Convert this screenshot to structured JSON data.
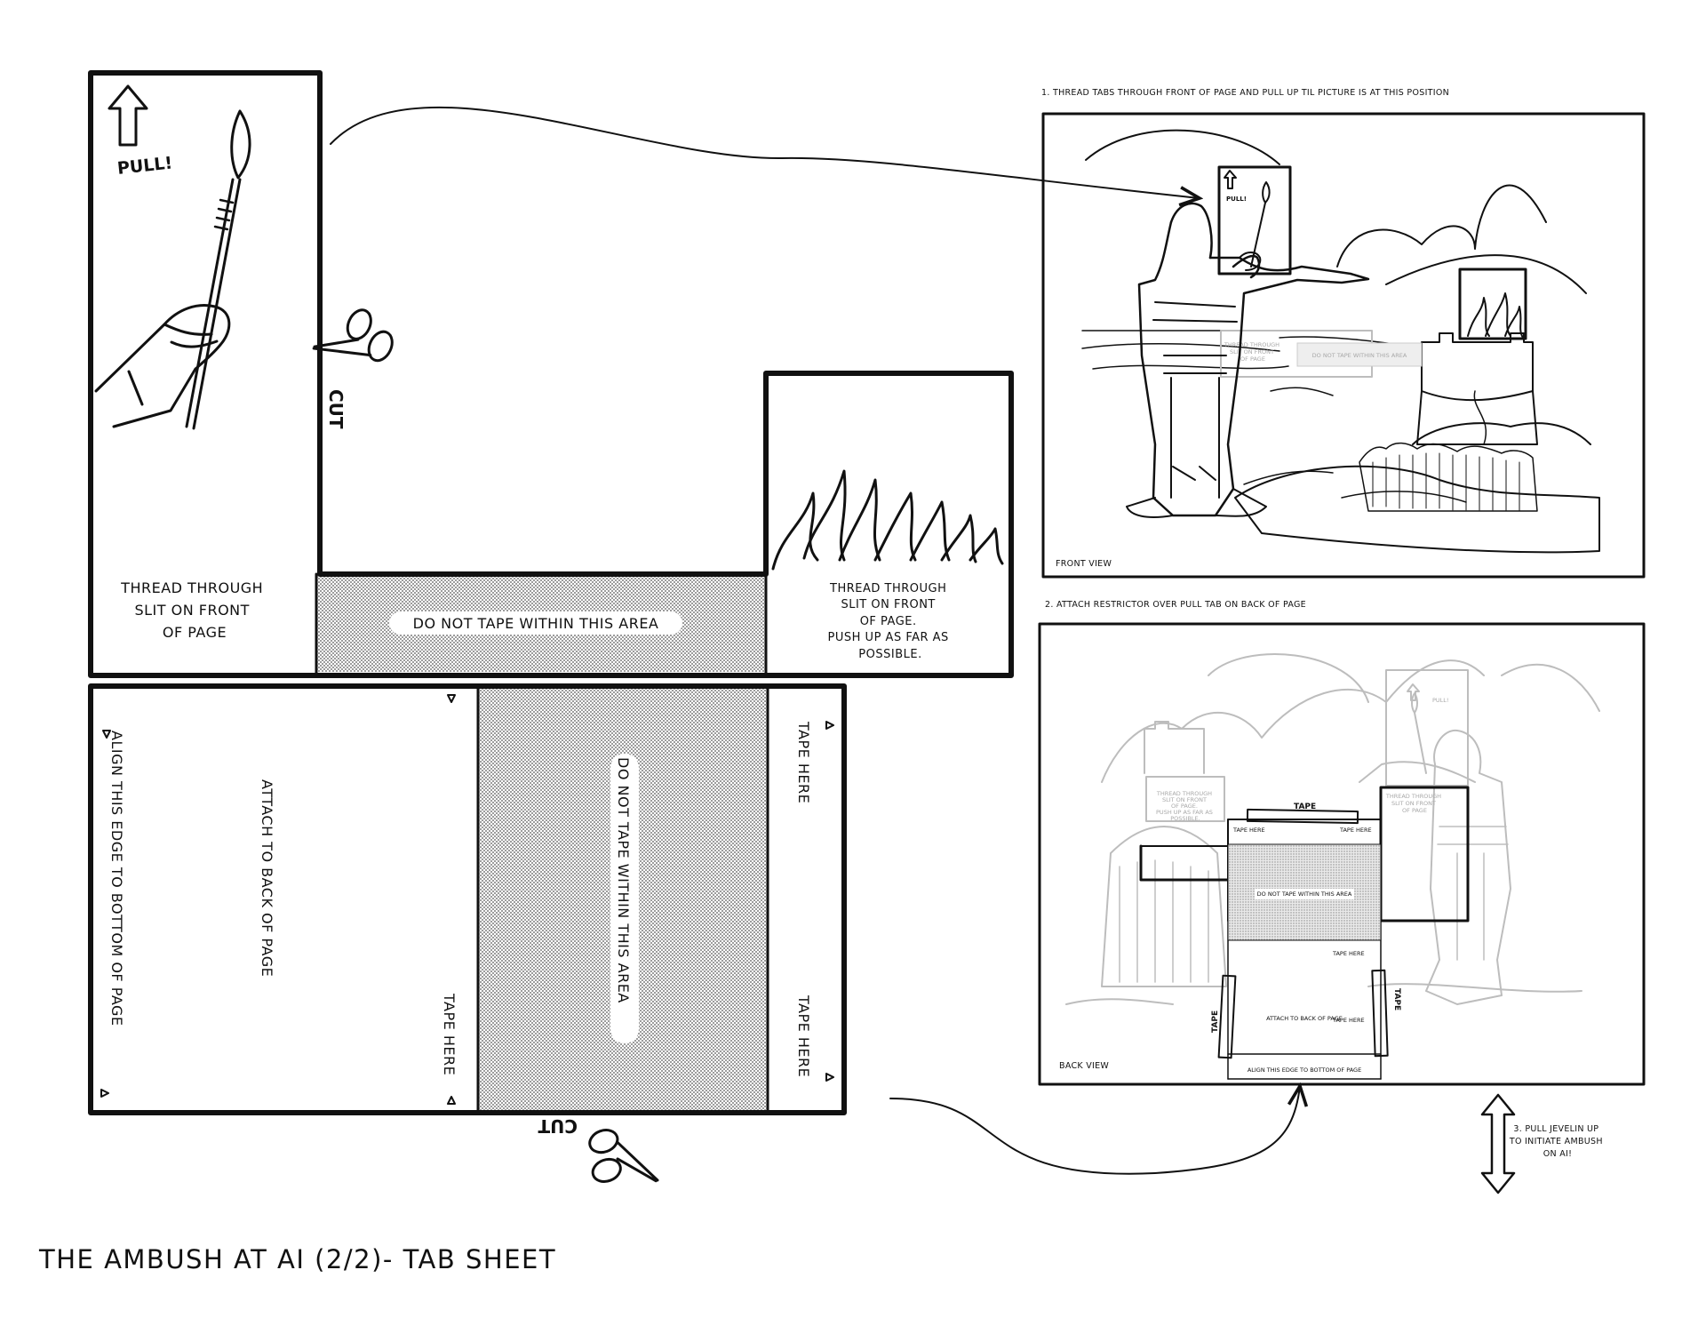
{
  "page_title": "THE AMBUSH AT AI (2/2)- TAB SHEET",
  "tab_sheet": {
    "pull_label": "PULL!",
    "cut_label": "CUT",
    "thread_left": [
      "THREAD THROUGH",
      "SLIT ON FRONT",
      "OF PAGE"
    ],
    "thread_right": [
      "THREAD THROUGH",
      "SLIT ON FRONT",
      "OF PAGE.",
      "PUSH UP AS FAR AS",
      "POSSIBLE."
    ],
    "do_not_tape": "DO NOT TAPE  WITHIN THIS AREA",
    "align_edge": "ALIGN THIS EDGE TO BOTTOM OF PAGE",
    "attach_back": "ATTACH TO BACK OF PAGE",
    "tape_here": "TAPE HERE"
  },
  "steps": {
    "step1": "1. THREAD TABS THROUGH FRONT OF PAGE AND PULL UP TIL PICTURE IS AT THIS POSITION",
    "step2": "2. ATTACH RESTRICTOR OVER PULL TAB ON BACK OF PAGE",
    "step3": [
      "3. PULL JEVELIN UP",
      "TO INITIATE AMBUSH",
      "ON AI!"
    ]
  },
  "front_view": {
    "label": "FRONT VIEW",
    "pull_mini": "PULL!",
    "ghost_left": [
      "THREAD THROUGH",
      "SLIT ON FRONT",
      "OF PAGE"
    ],
    "ghost_mid": "DO NOT TAPE  WITHIN THIS AREA"
  },
  "back_view": {
    "label": "BACK VIEW",
    "tape": "TAPE",
    "tape_here": "TAPE HERE",
    "do_not_tape": "DO NOT TAPE  WITHIN THIS AREA",
    "attach_back": "ATTACH TO BACK OF PAGE",
    "align_edge": "ALIGN THIS EDGE TO BOTTOM OF PAGE",
    "pull_ghost": "PULL!",
    "ghost_left": [
      "THREAD THROUGH",
      "SLIT ON FRONT",
      "OF PAGE.",
      "PUSH UP AS FAR AS",
      "POSSIBLE."
    ],
    "ghost_right": [
      "THREAD THROUGH",
      "SLIT ON FRONT",
      "OF PAGE"
    ]
  }
}
